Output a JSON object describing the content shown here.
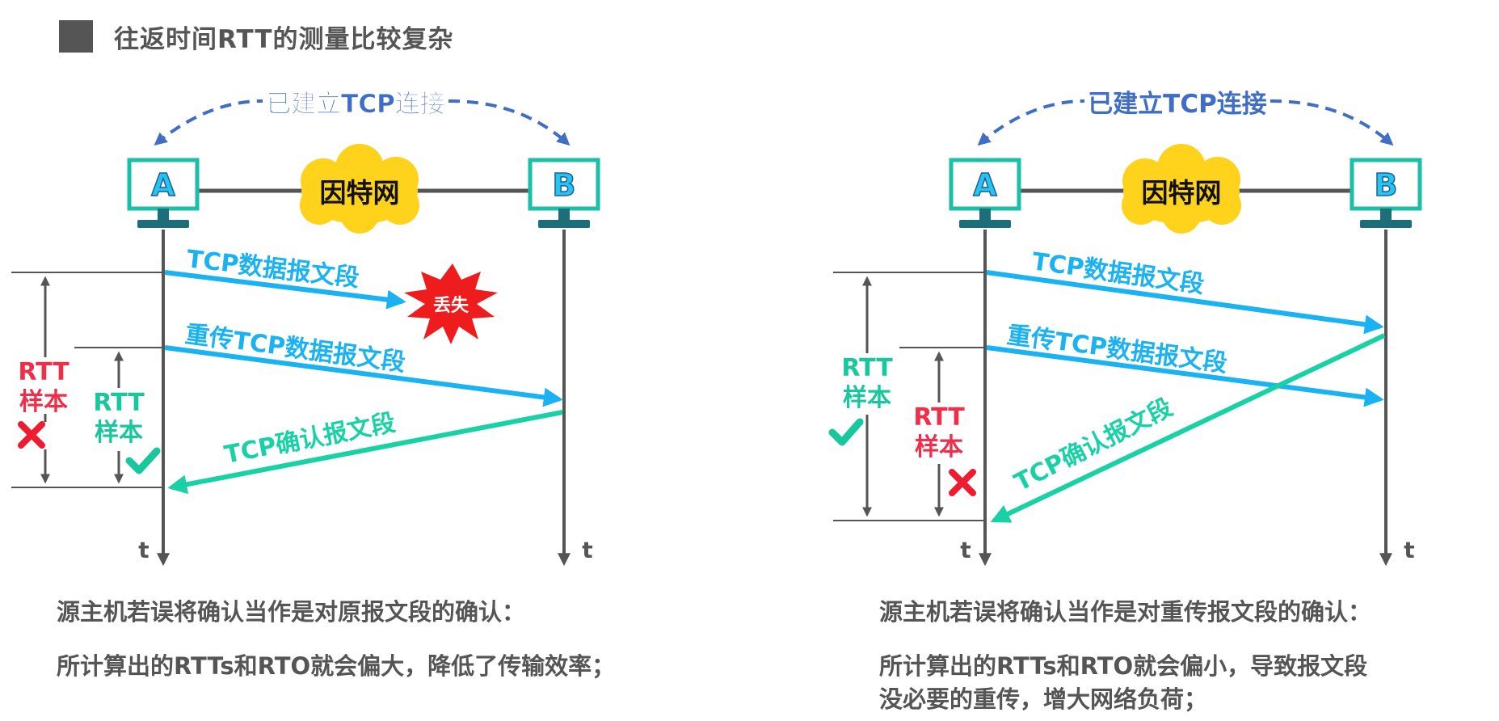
{
  "title": "往返时间RTT的测量比较复杂",
  "colors": {
    "title_gray": "#555555",
    "connection_blue": "#3f6ec4",
    "segment_cyan": "#1ab2f0",
    "ack_teal": "#18d2a6",
    "rtt_red": "#ef2f4a",
    "rtt_green": "#18c79b",
    "cloud_yellow": "#ffd21c",
    "host_teal": "#19bfa6"
  },
  "left": {
    "connection_label": "已建立TCP连接",
    "host_a": "A",
    "host_b": "B",
    "network_label": "因特网",
    "segment_label": "TCP数据报文段",
    "lost_label": "丢失",
    "retransmit_label": "重传TCP数据报文段",
    "ack_label": "TCP确认报文段",
    "rtt_sample_red": {
      "line1": "RTT",
      "line2": "样本",
      "mark": "cross-icon"
    },
    "rtt_sample_green": {
      "line1": "RTT",
      "line2": "样本",
      "mark": "check-icon"
    },
    "time_label_a": "t",
    "time_label_b": "t",
    "caption_line1": "源主机若误将确认当作是对原报文段的确认：",
    "caption_line2": "所计算出的RTTs和RTO就会偏大，降低了传输效率；"
  },
  "right": {
    "connection_label": "已建立TCP连接",
    "host_a": "A",
    "host_b": "B",
    "network_label": "因特网",
    "segment_label": "TCP数据报文段",
    "retransmit_label": "重传TCP数据报文段",
    "ack_label": "TCP确认报文段",
    "rtt_sample_green": {
      "line1": "RTT",
      "line2": "样本",
      "mark": "check-icon"
    },
    "rtt_sample_red": {
      "line1": "RTT",
      "line2": "样本",
      "mark": "cross-icon"
    },
    "time_label_a": "t",
    "time_label_b": "t",
    "caption_line1": "源主机若误将确认当作是对重传报文段的确认：",
    "caption_line2": "所计算出的RTTs和RTO就会偏小，导致报文段",
    "caption_line3": "没必要的重传，增大网络负荷；"
  }
}
